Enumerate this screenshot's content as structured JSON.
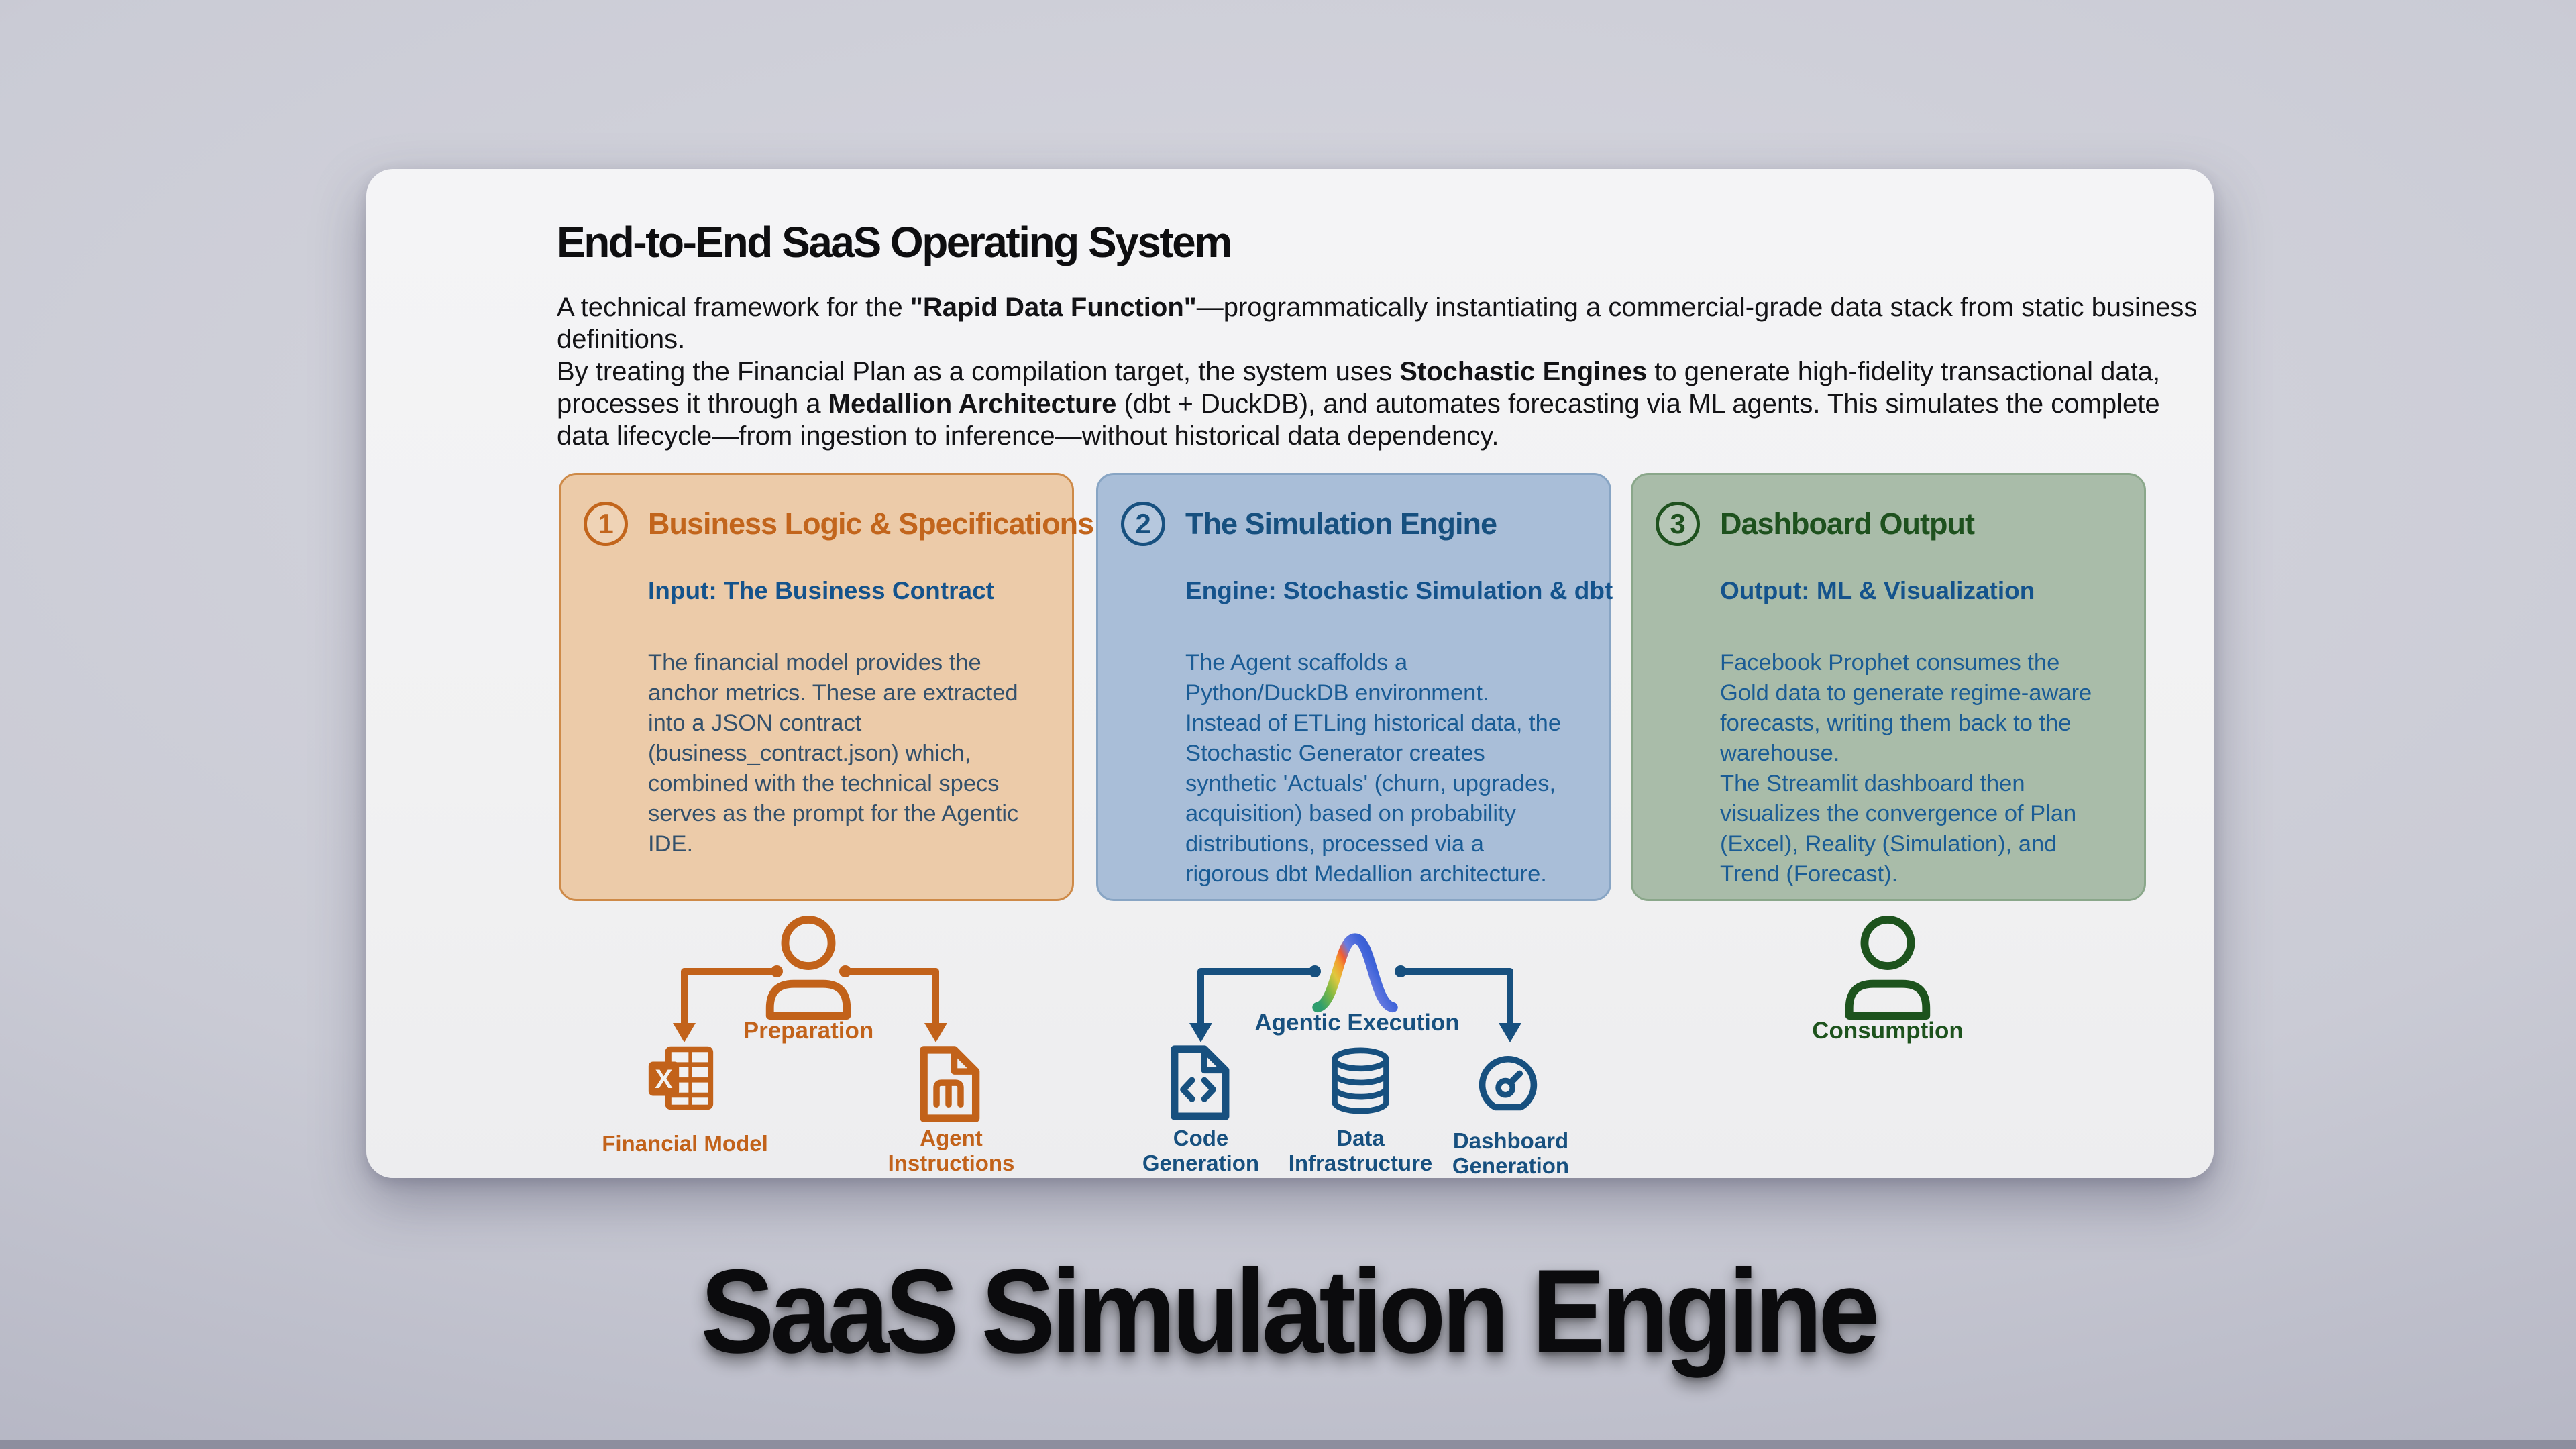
{
  "card": {
    "title": "End-to-End SaaS Operating System",
    "intro": {
      "l1a": "A technical framework for the ",
      "l1b": "\"Rapid Data Function\"",
      "l1c": "—programmatically instantiating a commercial-grade data stack from static business",
      "l2": "definitions.",
      "l3a": "By treating the Financial Plan as a compilation target, the system uses ",
      "l3b": "Stochastic Engines",
      "l3c": " to generate high-fidelity transactional data,",
      "l4a": "processes it through a ",
      "l4b": "Medallion Architecture",
      "l4c": " (dbt + DuckDB), and automates forecasting via ML agents. This simulates the complete",
      "l5": "data lifecycle—from ingestion to inference—without historical data dependency."
    },
    "boxes": [
      {
        "number": "1",
        "title": "Business Logic & Specifications",
        "subtitle": "Input: The Business Contract",
        "body": "The financial model provides the anchor metrics. These are extracted into a JSON contract (business_contract.json) which, combined with the technical specs serves as the prompt for the Agentic IDE.",
        "accent": "#C2651C",
        "bg": "#ECCBA9"
      },
      {
        "number": "2",
        "title": "The Simulation Engine",
        "subtitle": "Engine: Stochastic Simulation & dbt",
        "body": "The Agent scaffolds a Python/DuckDB environment. Instead of ETLing historical data, the Stochastic Generator creates synthetic 'Actuals' (churn, upgrades, acquisition) based on probability distributions, processed via a rigorous dbt Medallion architecture.",
        "accent": "#17507F",
        "bg": "#A9BED8"
      },
      {
        "number": "3",
        "title": "Dashboard Output",
        "subtitle": "Output: ML & Visualization",
        "body": "Facebook Prophet consumes the Gold data to generate regime-aware forecasts, writing them back to the warehouse.\nThe Streamlit dashboard then visualizes the convergence of Plan (Excel), Reality (Simulation), and Trend (Forecast).",
        "accent": "#1E511E",
        "bg": "#A9BCA9"
      }
    ],
    "flow": {
      "prep": {
        "label": "Preparation",
        "items": [
          "Financial Model",
          "Agent Instructions"
        ],
        "color": "#C2621A"
      },
      "exec": {
        "label": "Agentic Execution",
        "items": [
          "Code Generation",
          "Data Infrastructure",
          "Dashboard Generation"
        ],
        "color": "#17507F"
      },
      "consume": {
        "label": "Consumption",
        "color": "#1D531D"
      }
    }
  },
  "footer_title": "SaaS Simulation Engine"
}
